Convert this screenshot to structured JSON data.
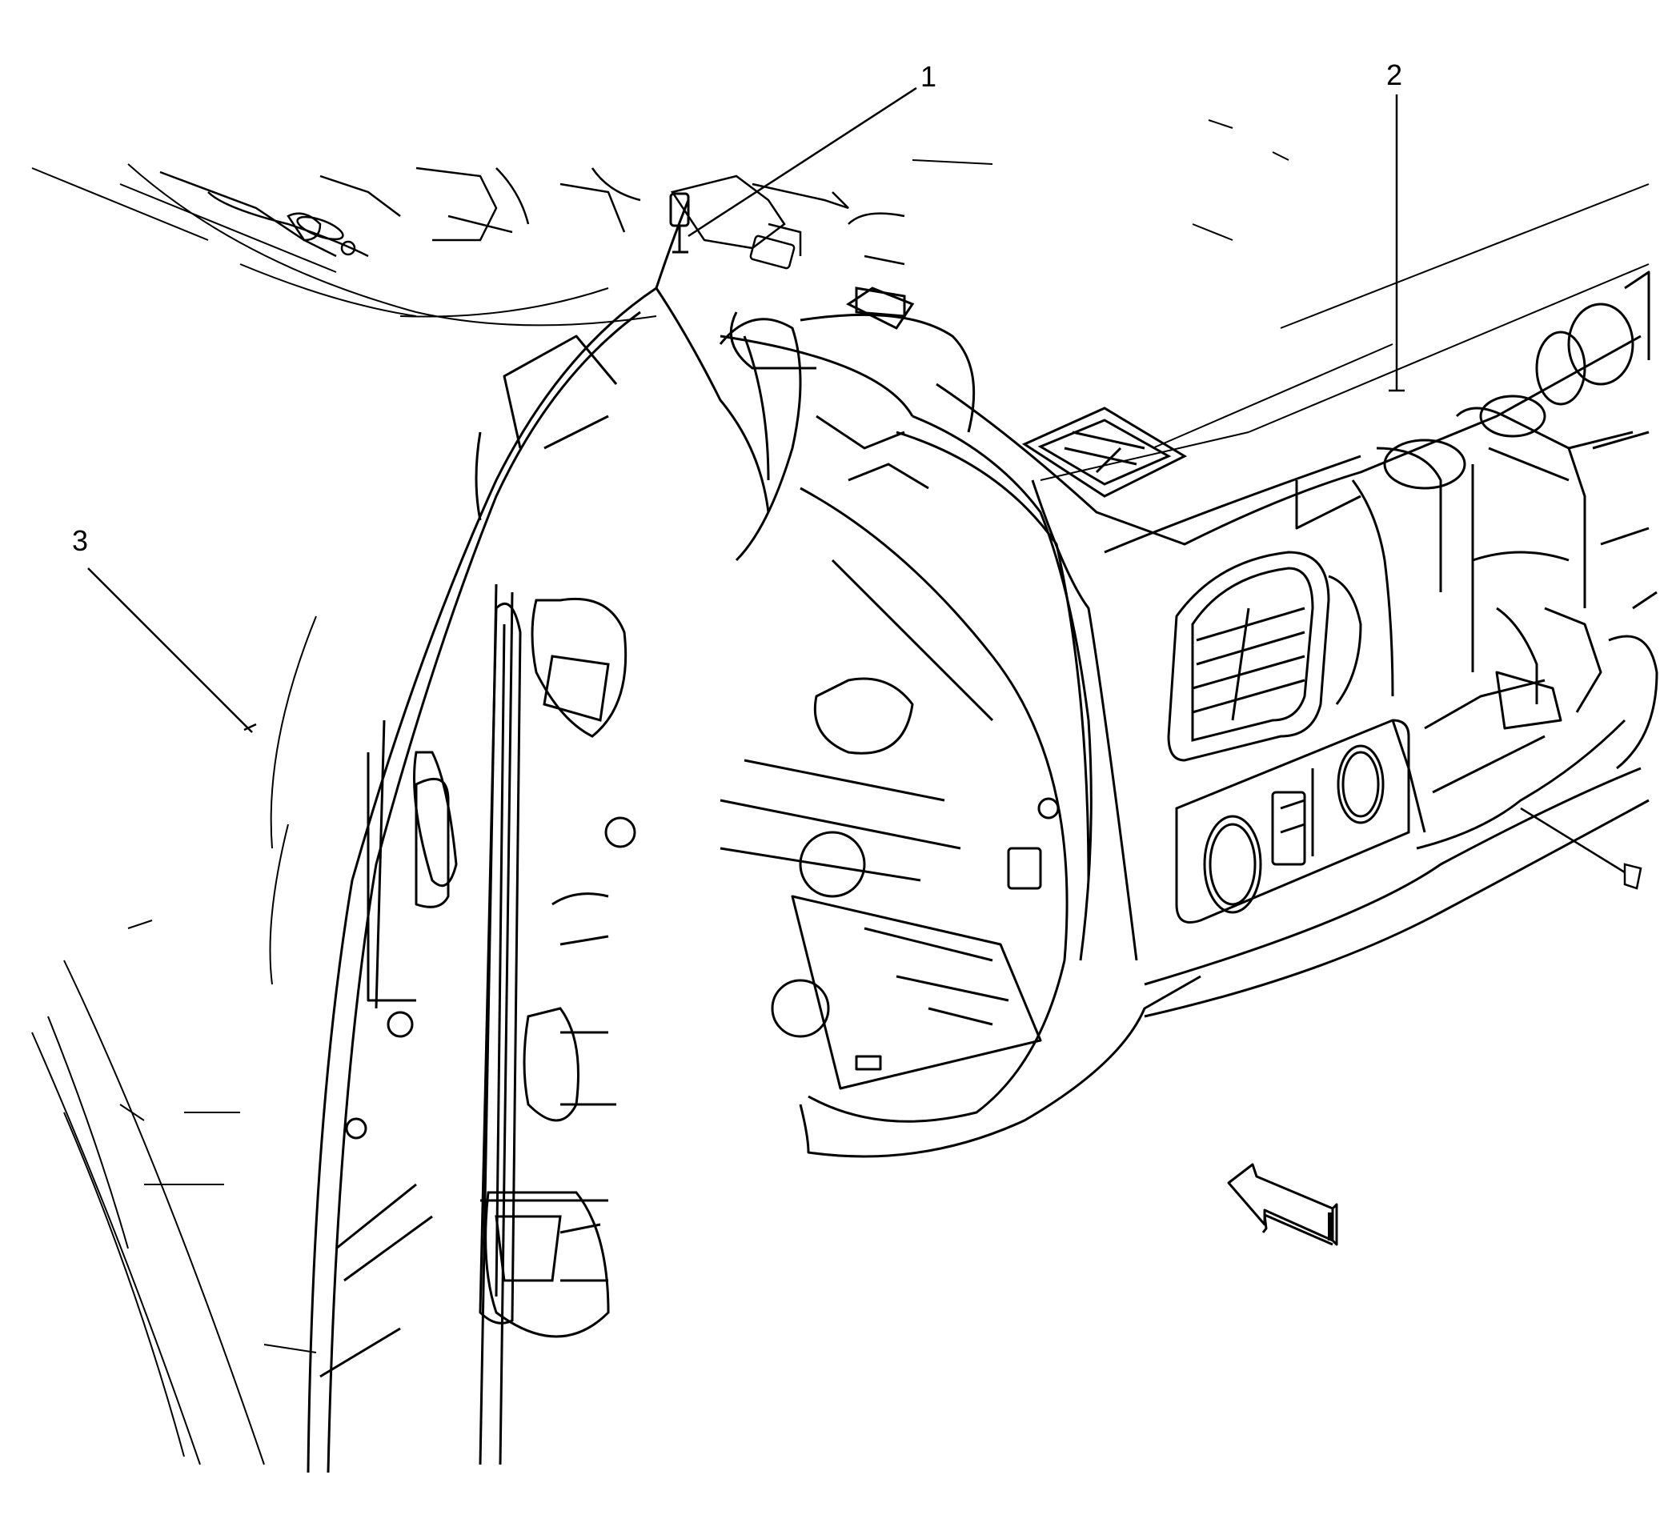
{
  "diagram": {
    "callouts": [
      {
        "label": "1"
      },
      {
        "label": "2"
      },
      {
        "label": "3"
      }
    ],
    "colors": {
      "line": "#000000",
      "background": "#ffffff"
    },
    "icons": {
      "view_arrow": "view-direction-arrow-icon"
    }
  }
}
